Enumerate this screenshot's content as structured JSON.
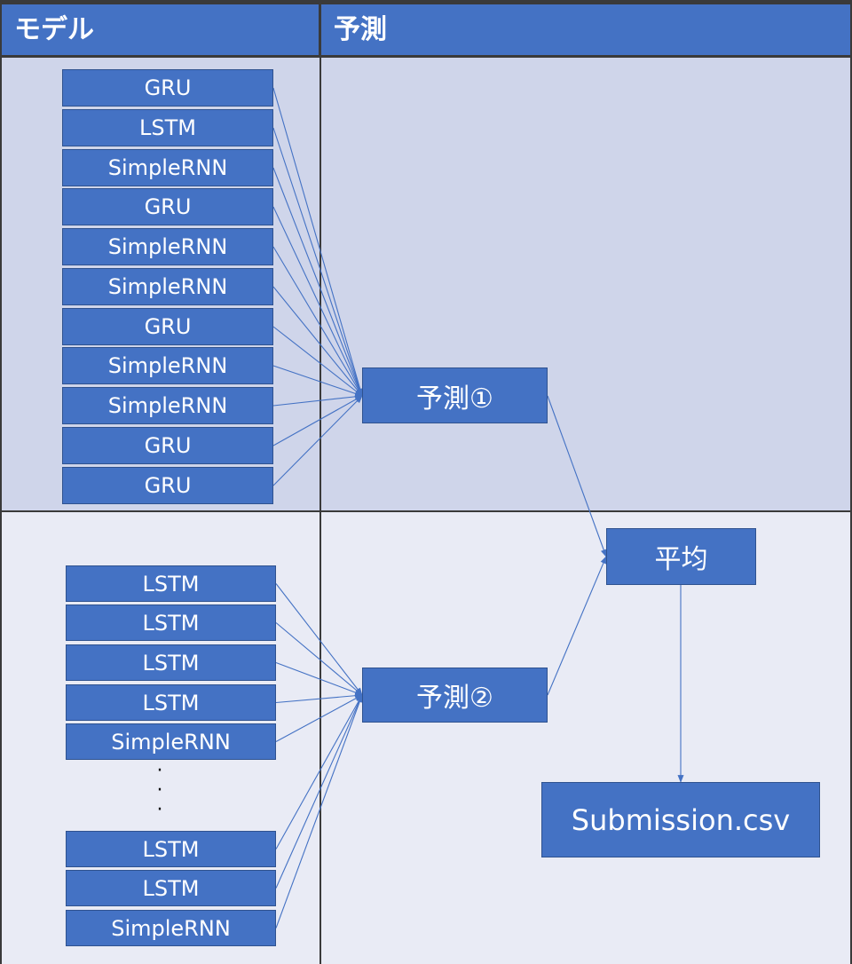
{
  "table": {
    "col_model": "モデル",
    "col_prediction": "予測"
  },
  "group1": {
    "models": [
      "GRU",
      "LSTM",
      "SimpleRNN",
      "GRU",
      "SimpleRNN",
      "SimpleRNN",
      "GRU",
      "SimpleRNN",
      "SimpleRNN",
      "GRU",
      "GRU"
    ],
    "prediction": "予測①"
  },
  "group2": {
    "models_top": [
      "LSTM",
      "LSTM",
      "LSTM",
      "LSTM",
      "SimpleRNN"
    ],
    "ellipsis": [
      "·",
      "·",
      "·"
    ],
    "models_bottom": [
      "LSTM",
      "LSTM",
      "SimpleRNN"
    ],
    "prediction": "予測②"
  },
  "average": "平均",
  "output": "Submission.csv",
  "colors": {
    "header": "#4472c4",
    "box": "#4472c4",
    "band1": "#cfd5ea",
    "band2": "#e9ebf5",
    "line": "#4472c4"
  }
}
